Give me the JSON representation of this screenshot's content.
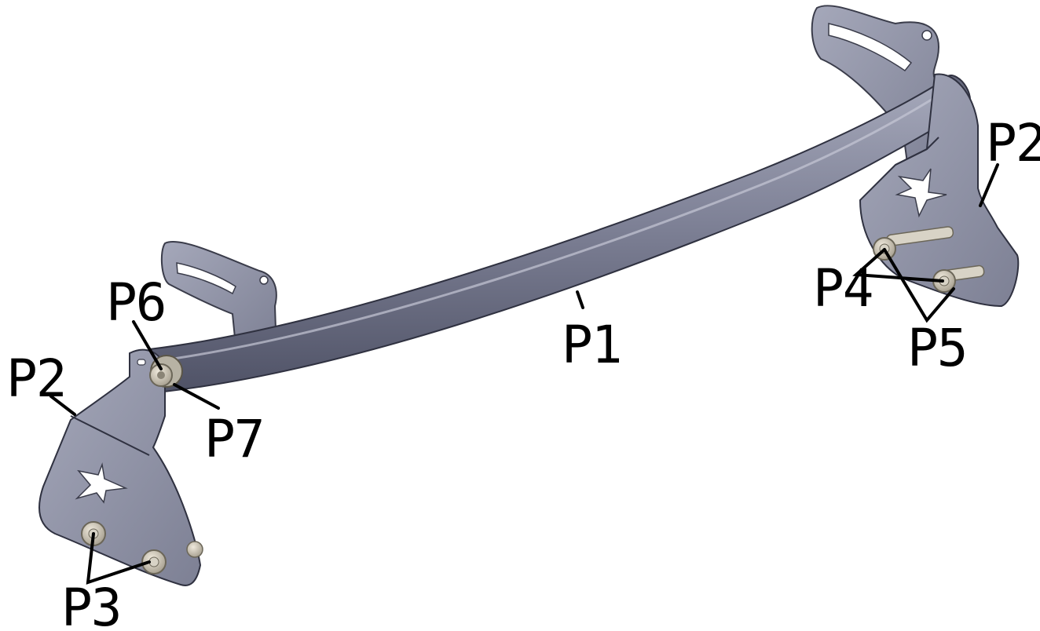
{
  "diagram": {
    "callouts": {
      "p1": "P1",
      "p2_right": "P2",
      "p2_left": "P2",
      "p3": "P3",
      "p4": "P4",
      "p5": "P5",
      "p6": "P6",
      "p7": "P7"
    },
    "colors": {
      "metal": "#8c8fa4",
      "metal_dark": "#5f6277",
      "metal_light": "#b4b6c6",
      "hardware": "#c9c3b4",
      "line": "#000000"
    }
  }
}
